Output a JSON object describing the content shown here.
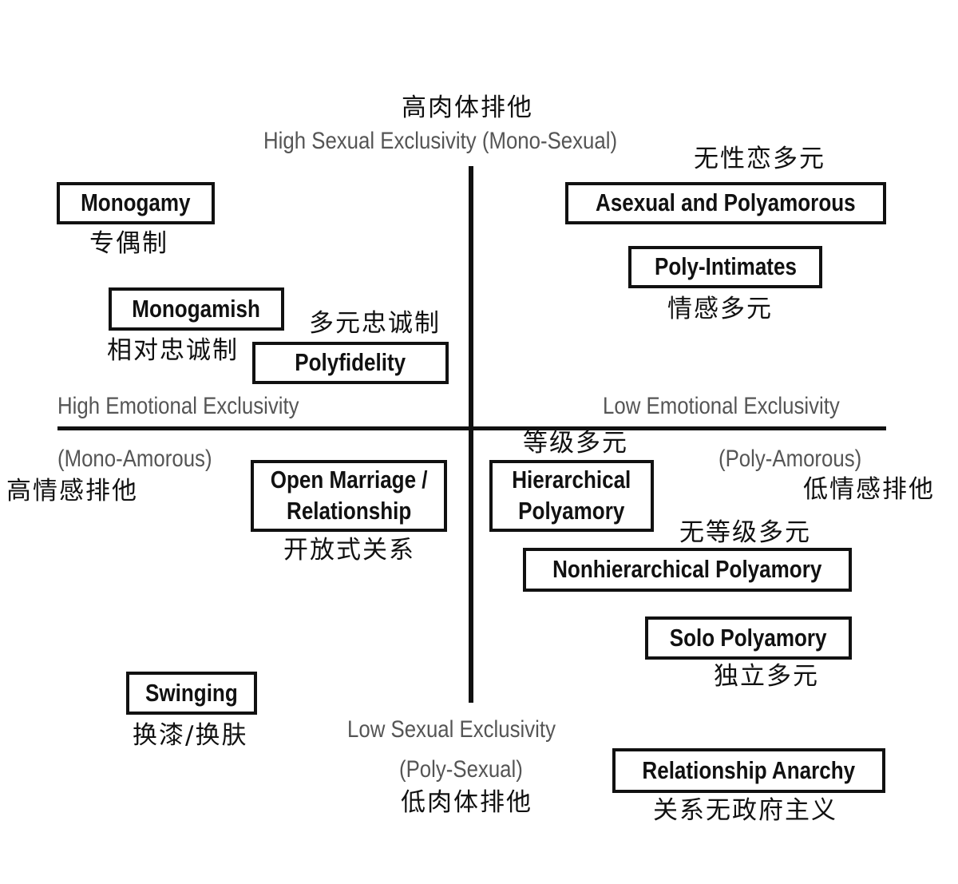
{
  "axes": {
    "top_cn": "高肉体排他",
    "top_en": "High Sexual Exclusivity (Mono-Sexual)",
    "bottom_en_1": "Low Sexual Exclusivity",
    "bottom_en_2": "(Poly-Sexual)",
    "bottom_cn": "低肉体排他",
    "left_en_1": "High Emotional Exclusivity",
    "left_en_2": "(Mono-Amorous)",
    "left_cn": "高情感排他",
    "right_en_1": "Low Emotional Exclusivity",
    "right_en_2": "(Poly-Amorous)",
    "right_cn": "低情感排他"
  },
  "items": {
    "monogamy": {
      "en": "Monogamy",
      "cn": "专偶制"
    },
    "monogamish": {
      "en": "Monogamish",
      "cn": "相对忠诚制"
    },
    "polyfidelity": {
      "en": "Polyfidelity",
      "cn": "多元忠诚制"
    },
    "asexual_polyamorous": {
      "en": "Asexual and Polyamorous",
      "cn": "无性恋多元"
    },
    "poly_intimates": {
      "en": "Poly-Intimates",
      "cn": "情感多元"
    },
    "open_marriage": {
      "en": "Open Marriage /\nRelationship",
      "cn": "开放式关系"
    },
    "hierarchical": {
      "en": "Hierarchical\nPolyamory",
      "cn": "等级多元"
    },
    "nonhierarchical": {
      "en": "Nonhierarchical Polyamory",
      "cn": "无等级多元"
    },
    "solo": {
      "en": "Solo Polyamory",
      "cn": "独立多元"
    },
    "swinging": {
      "en": "Swinging",
      "cn": "换漆/换肤"
    },
    "anarchy": {
      "en": "Relationship Anarchy",
      "cn": "关系无政府主义"
    }
  }
}
